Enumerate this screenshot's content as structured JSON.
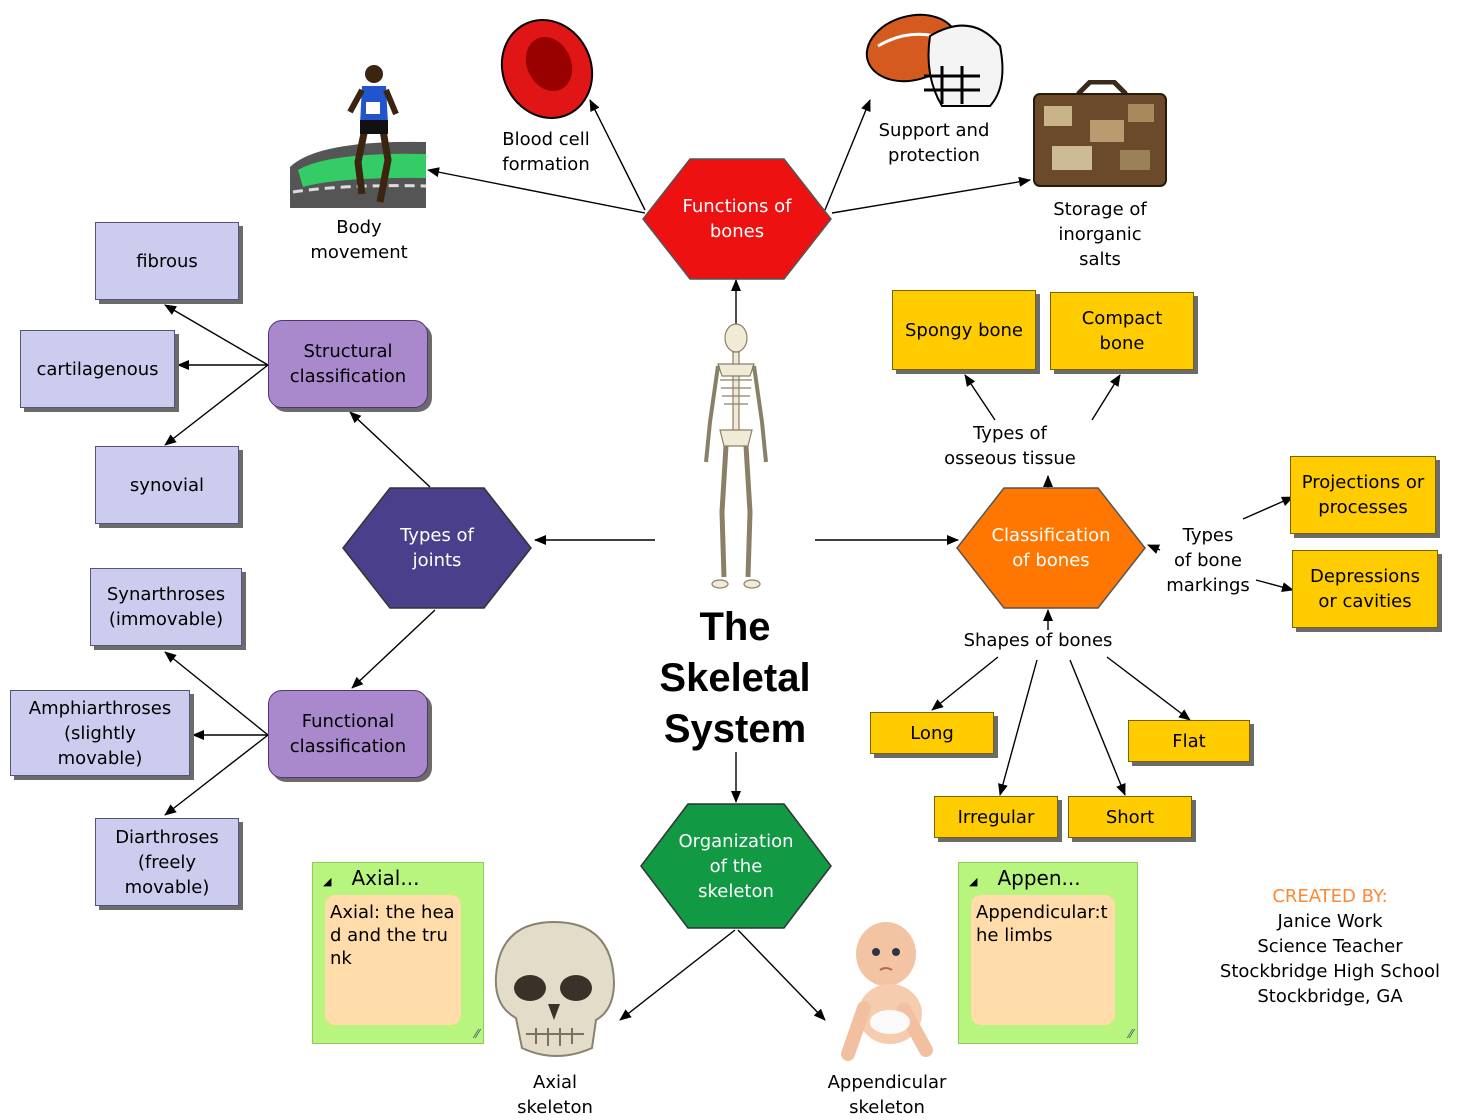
{
  "title": [
    "The",
    "Skeletal",
    "System"
  ],
  "hexagons": {
    "functions": [
      "Functions of",
      "bones"
    ],
    "joints": [
      "Types of",
      "joints"
    ],
    "classification": [
      "Classification",
      "of bones"
    ],
    "organization": [
      "Organization",
      "of the",
      "skeleton"
    ]
  },
  "functions": {
    "body_movement": [
      "Body",
      "movement"
    ],
    "blood_cell": [
      "Blood cell",
      "formation"
    ],
    "support": [
      "Support and",
      "protection"
    ],
    "storage": [
      "Storage of",
      "inorganic",
      "salts"
    ]
  },
  "joints": {
    "structural": [
      "Structural",
      "classification"
    ],
    "functional": [
      "Functional",
      "classification"
    ],
    "fibrous": "fibrous",
    "cartilagenous": "cartilagenous",
    "synovial": "synovial",
    "synarthroses": [
      "Synarthroses",
      "(immovable)"
    ],
    "amphiarthroses": [
      "Amphiarthroses",
      "(slightly",
      "movable)"
    ],
    "diarthroses": [
      "Diarthroses",
      "(freely",
      "movable)"
    ]
  },
  "bones": {
    "tissue_link": [
      "Types of",
      "osseous tissue"
    ],
    "spongy": "Spongy bone",
    "compact": [
      "Compact",
      "bone"
    ],
    "markings_link": [
      "Types",
      "of bone",
      "markings"
    ],
    "projections": [
      "Projections or",
      "processes"
    ],
    "depressions": [
      "Depressions",
      "or cavities"
    ],
    "shapes_link": "Shapes of bones",
    "long": "Long",
    "flat": "Flat",
    "irregular": "Irregular",
    "short": "Short"
  },
  "skeleton": {
    "axial": [
      "Axial",
      "skeleton"
    ],
    "appendicular": [
      "Appendicular",
      "skeleton"
    ]
  },
  "notes": {
    "axial_title": "Axial...",
    "axial_body": "Axial: the head and the trunk",
    "append_title": "Appen...",
    "append_body": "Appendicular:the limbs"
  },
  "credit": {
    "heading": "CREATED BY:",
    "lines": [
      "Janice Work",
      "Science Teacher",
      "Stockbridge High School",
      "Stockbridge, GA"
    ]
  },
  "colors": {
    "functions_hex": "#ee1111",
    "joints_hex": "#4a3f8a",
    "classification_hex": "#ff7700",
    "organization_hex": "#119944",
    "lavender_box": "#ccccee",
    "gold_box": "#ffcc00",
    "violet_box": "#aa88cc",
    "note_bg": "#b8f57e",
    "note_body": "#ffdcaa",
    "credit_heading": "#ff8833"
  },
  "icons": [
    "runner-icon",
    "red-blood-cell-icon",
    "football-helmet-icon",
    "suitcase-icon",
    "skeleton-icon",
    "skull-icon",
    "baby-icon"
  ]
}
